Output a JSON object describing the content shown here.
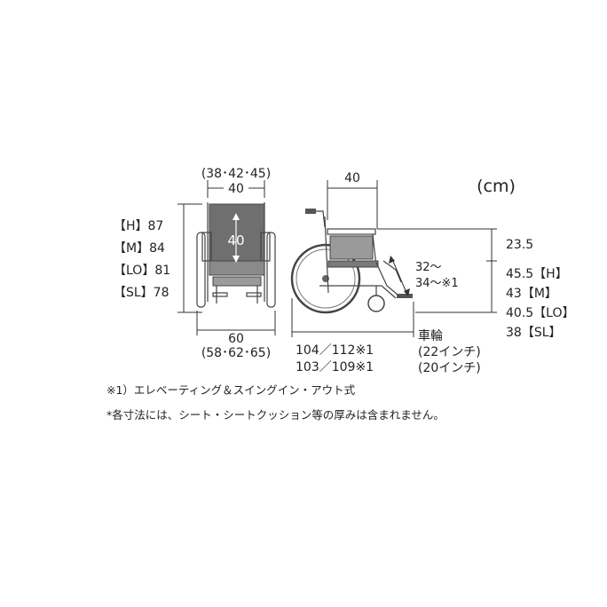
{
  "unit": "(cm)",
  "front": {
    "width_top_options": "(38･42･45)",
    "width_top": "40",
    "seat_width_label": "40",
    "heights": [
      "【H】87",
      "【M】84",
      "【LO】81",
      "【SL】78"
    ],
    "width_bottom": "60",
    "width_bottom_options": "(58･62･65)"
  },
  "side": {
    "depth": "40",
    "armrest_height": "23.5",
    "seat_heights": [
      "45.5【H】",
      "43【M】",
      "40.5【LO】",
      "38【SL】"
    ],
    "leg_length_line1": "32～",
    "leg_length_line2": "34～※1",
    "length_line1": "104／112※1",
    "length_line2": "103／109※1",
    "wheel_title": "車輪",
    "wheel_22": "(22インチ)",
    "wheel_20": "(20インチ)"
  },
  "notes": {
    "note1": "※1）エレベーティング＆スイングイン・アウト式",
    "note2": "*各寸法には、シート・シートクッション等の厚みは含まれません。"
  },
  "colors": {
    "frame": "#444444",
    "seat": "#6f6f6f",
    "text": "#222222"
  }
}
